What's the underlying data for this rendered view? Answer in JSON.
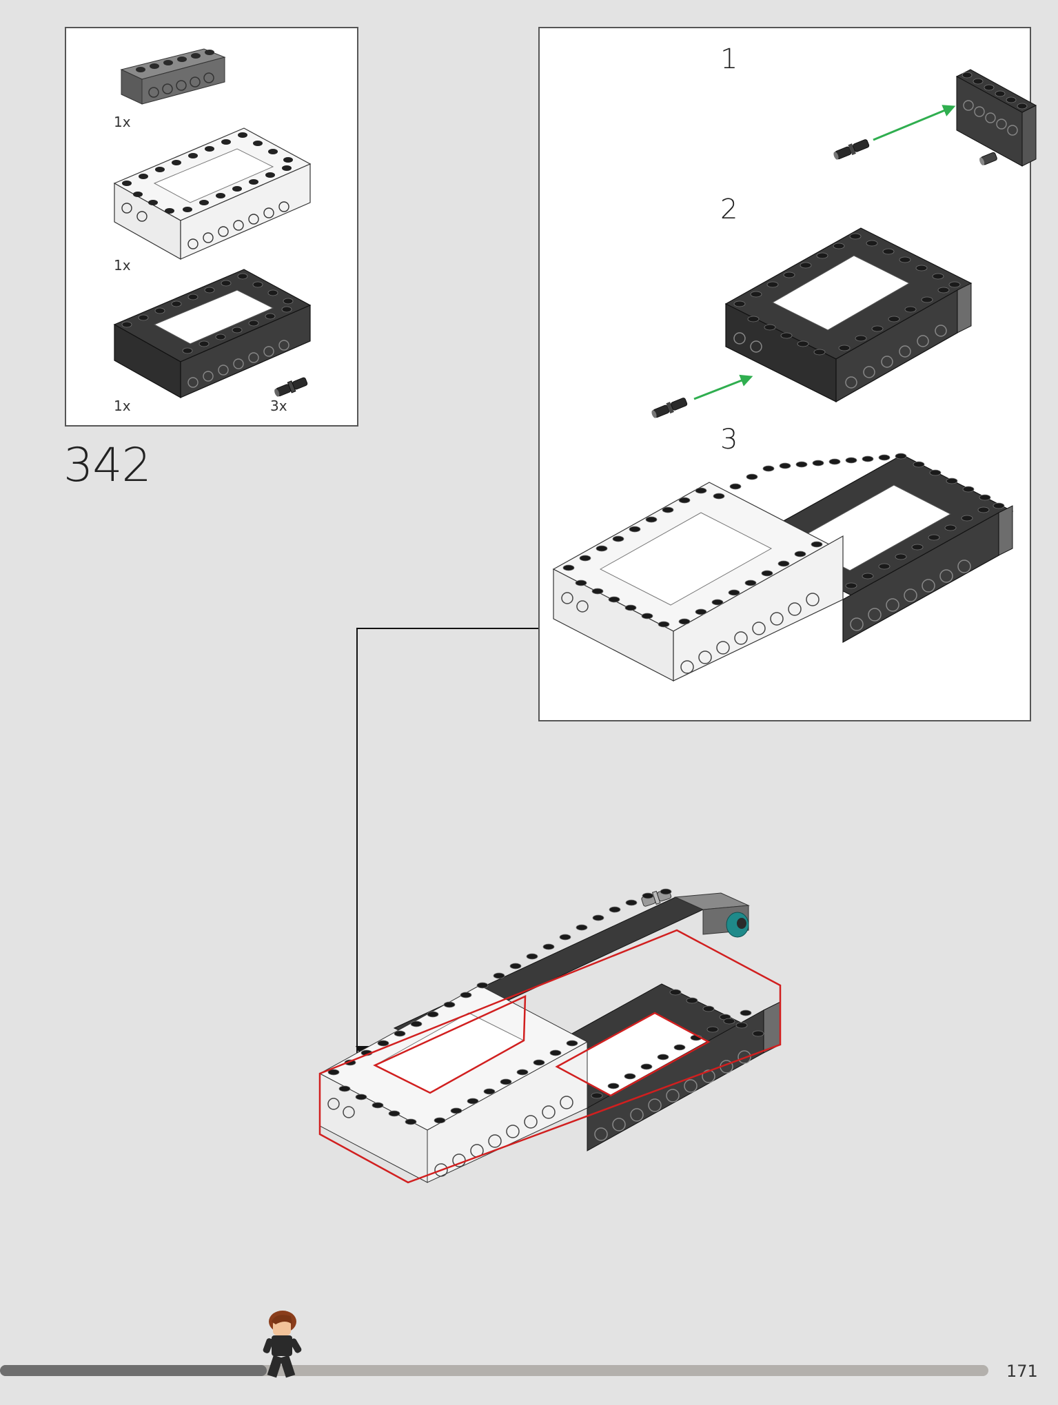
{
  "step": {
    "number": "342"
  },
  "parts": [
    {
      "name": "beam-dark-gray-1x6",
      "qty": "1x"
    },
    {
      "name": "frame-white-5x7",
      "qty": "1x"
    },
    {
      "name": "frame-black-5x7",
      "qty": "1x"
    },
    {
      "name": "pin-black",
      "qty": "3x"
    }
  ],
  "substeps": [
    {
      "number": "1"
    },
    {
      "number": "2"
    },
    {
      "number": "3"
    }
  ],
  "colors": {
    "background": "#e3e3e3",
    "black_brick": "#3d3d3d",
    "white_brick": "#f4f4f4",
    "dark_gray": "#6d6d6d",
    "highlight": "#d11f1f",
    "arrow_green": "#2fae4f",
    "teal": "#1f8a8a"
  },
  "page": {
    "number": "171"
  },
  "progress": {
    "fraction": 0.27
  }
}
